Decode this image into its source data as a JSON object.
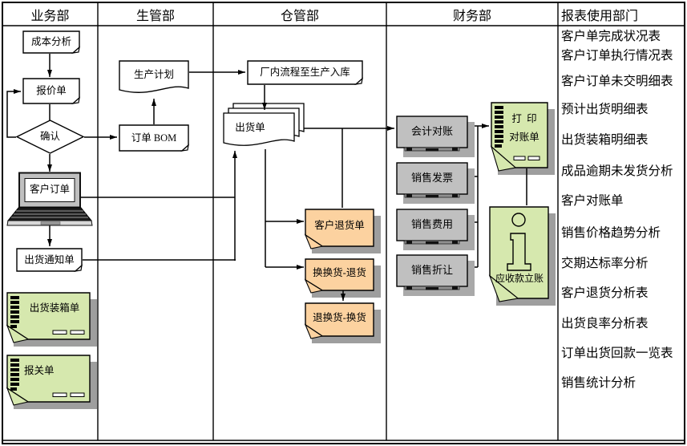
{
  "lanes": {
    "business": "业务部",
    "production": "生管部",
    "warehouse": "仓管部",
    "finance": "财务部",
    "reports": "报表使用部门"
  },
  "business": {
    "cost_analysis": "成本分析",
    "quotation": "报价单",
    "confirm": "确认",
    "customer_order": "客户订单",
    "shipping_notice": "出货通知单",
    "packing_list": "出货装箱单",
    "customs_declaration": "报关单"
  },
  "production": {
    "production_plan": "生产计划",
    "order_bom": "订单 BOM"
  },
  "warehouse": {
    "factory_flow": "厂内流程至生产入库",
    "shipping_doc": "出货单",
    "customer_return": "客户退货单",
    "exchange_return": "换换货-退货",
    "return_exchange": "退换货-换货"
  },
  "finance": {
    "accounting_reconcile": "会计对账",
    "sales_invoice": "销售发票",
    "sales_expense": "销售费用",
    "sales_discount": "销售折让",
    "print_statement_line1": "打  印",
    "print_statement_line2": "对账单",
    "receivable_posting": "应收款立账"
  },
  "reports": {
    "items": [
      "客户单完成状况表",
      "客户订单执行情况表",
      "客户订单未交明细表",
      "预计出货明细表",
      "出货装箱明细表",
      "成品逾期未发货分析",
      "客户对账单",
      "销售价格趋势分析",
      "交期达标率分析",
      "客户退货分析表",
      "出货良率分析表",
      "订单出货回款一览表",
      "销售统计分析"
    ]
  },
  "colors": {
    "note_green": "#d6e8ae",
    "note_orange": "#fcd2a0",
    "shape_gray": "#c0c0c0",
    "shadow_gray": "#9e9e9e"
  }
}
